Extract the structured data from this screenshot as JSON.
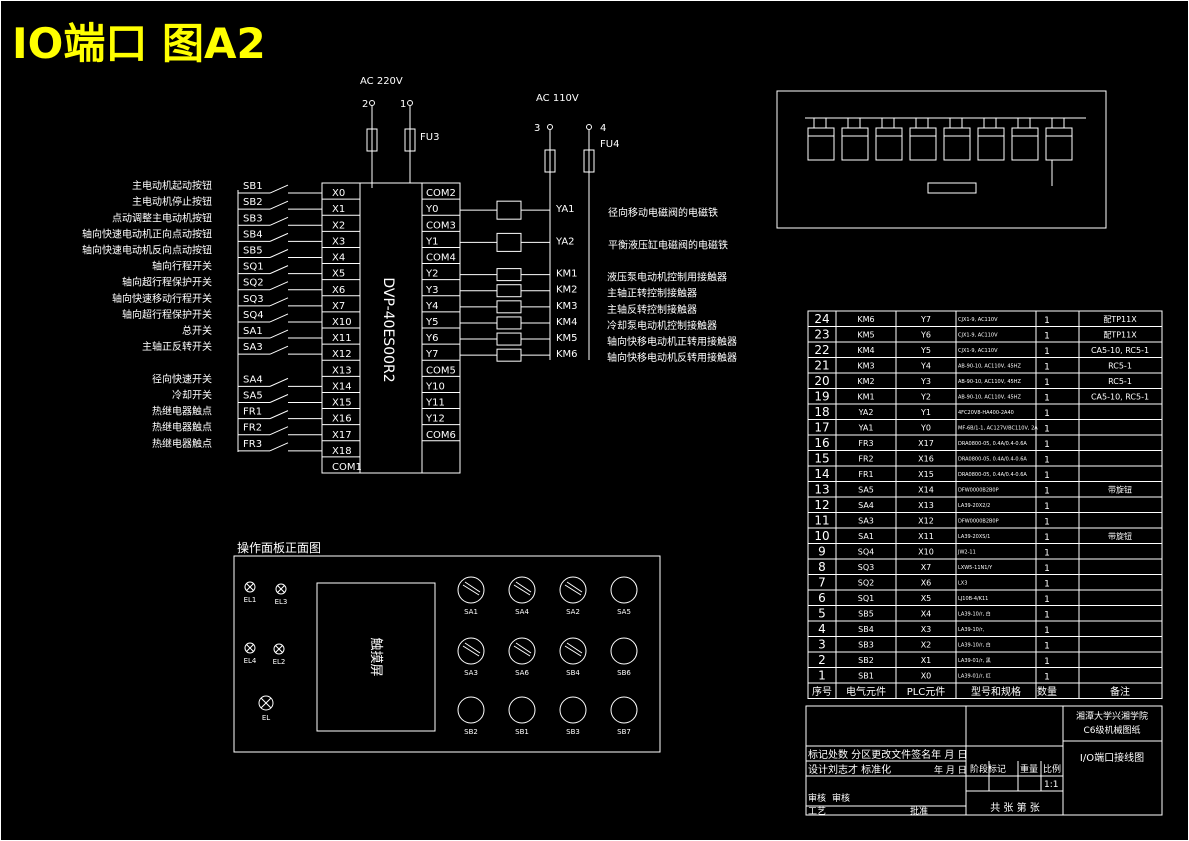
{
  "title": "IO端口 图A2",
  "colors": {
    "background": "#000000",
    "lines": "#ffffff",
    "title": "#ffff00"
  },
  "power": {
    "ac220": "AC 220V",
    "ac110": "AC 110V",
    "term2": "2",
    "term1": "1",
    "term3": "3",
    "term4": "4",
    "fu3": "FU3",
    "fu4": "FU4"
  },
  "plc": {
    "model": "DVP-40ES00R2",
    "inputs": [
      "X0",
      "X1",
      "X2",
      "X3",
      "X4",
      "X5",
      "X6",
      "X7",
      "X10",
      "X11",
      "X12",
      "X13",
      "X14",
      "X15",
      "X16",
      "X17",
      "X18",
      "COM1"
    ],
    "outputs": [
      "COM2",
      "Y0",
      "COM3",
      "Y1",
      "COM4",
      "Y2",
      "Y3",
      "Y4",
      "Y5",
      "Y6",
      "Y7",
      "COM5",
      "Y10",
      "Y11",
      "Y12",
      "COM6"
    ]
  },
  "input_devices": [
    {
      "tag": "SB1",
      "desc": "主电动机起动按钮"
    },
    {
      "tag": "SB2",
      "desc": "主电动机停止按钮"
    },
    {
      "tag": "SB3",
      "desc": "点动调整主电动机按钮"
    },
    {
      "tag": "SB4",
      "desc": "轴向快速电动机正向点动按钮"
    },
    {
      "tag": "SB5",
      "desc": "轴向快速电动机反向点动按钮"
    },
    {
      "tag": "SQ1",
      "desc": "轴向行程开关"
    },
    {
      "tag": "SQ2",
      "desc": "轴向超行程保护开关"
    },
    {
      "tag": "SQ3",
      "desc": "轴向快速移动行程开关"
    },
    {
      "tag": "SQ4",
      "desc": "轴向超行程保护开关"
    },
    {
      "tag": "SA1",
      "desc": "总开关"
    },
    {
      "tag": "SA3",
      "desc": "主轴正反转开关"
    },
    {
      "tag": "SA4",
      "desc": "径向快速开关"
    },
    {
      "tag": "SA5",
      "desc": "冷却开关"
    },
    {
      "tag": "FR1",
      "desc": "热继电器触点"
    },
    {
      "tag": "FR2",
      "desc": "热继电器触点"
    },
    {
      "tag": "FR3",
      "desc": "热继电器触点"
    }
  ],
  "output_devices": [
    {
      "tag": "YA1",
      "desc": "径向移动电磁阀的电磁铁"
    },
    {
      "tag": "YA2",
      "desc": "平衡液压缸电磁阀的电磁铁"
    },
    {
      "tag": "KM1",
      "desc": "液压泵电动机控制用接触器"
    },
    {
      "tag": "KM2",
      "desc": "主轴正转控制接触器"
    },
    {
      "tag": "KM3",
      "desc": "主轴反转控制接触器"
    },
    {
      "tag": "KM4",
      "desc": "冷却泵电动机控制接触器"
    },
    {
      "tag": "KM5",
      "desc": "轴向快移电动机正转用接触器"
    },
    {
      "tag": "KM6",
      "desc": "轴向快移电动机反转用接触器"
    }
  ],
  "panel": {
    "title": "操作面板正面图",
    "screen": "触摸屏",
    "lamps": [
      "EL1",
      "EL3",
      "EL4",
      "EL2",
      "EL"
    ],
    "knobs": [
      "SA1",
      "SA4",
      "SA2",
      "SA5",
      "SA3",
      "SA6",
      "SB4",
      "SB6",
      "SB2",
      "SB1",
      "SB3",
      "SB7"
    ]
  },
  "bom": {
    "rows": [
      {
        "no": "24",
        "elec": "KM6",
        "plc": "Y7",
        "model": "CJX1-9, AC110V",
        "qty": "1",
        "note": "配TP11X"
      },
      {
        "no": "23",
        "elec": "KM5",
        "plc": "Y6",
        "model": "CJX1-9, AC110V",
        "qty": "1",
        "note": "配TP11X"
      },
      {
        "no": "22",
        "elec": "KM4",
        "plc": "Y5",
        "model": "CJX1-9, AC110V",
        "qty": "1",
        "note": "CA5-10, RC5-1"
      },
      {
        "no": "21",
        "elec": "KM3",
        "plc": "Y4",
        "model": "AB-90-10, AC110V, 45HZ",
        "qty": "1",
        "note": "RC5-1"
      },
      {
        "no": "20",
        "elec": "KM2",
        "plc": "Y3",
        "model": "AB-90-10, AC110V, 45HZ",
        "qty": "1",
        "note": "RC5-1"
      },
      {
        "no": "19",
        "elec": "KM1",
        "plc": "Y2",
        "model": "AB-90-10, AC110V, 45HZ",
        "qty": "1",
        "note": "CA5-10, RC5-1"
      },
      {
        "no": "18",
        "elec": "YA2",
        "plc": "Y1",
        "model": "4FC20V8-HA400-2A40",
        "qty": "1",
        "note": ""
      },
      {
        "no": "17",
        "elec": "YA1",
        "plc": "Y0",
        "model": "MF-6B/1-1, AC127V/BC110V, 2A",
        "qty": "1",
        "note": ""
      },
      {
        "no": "16",
        "elec": "FR3",
        "plc": "X17",
        "model": "DRA0800-05, 0.4A/0.4-0.6A",
        "qty": "1",
        "note": ""
      },
      {
        "no": "15",
        "elec": "FR2",
        "plc": "X16",
        "model": "DRA0800-05, 0.4A/0.4-0.6A",
        "qty": "1",
        "note": ""
      },
      {
        "no": "14",
        "elec": "FR1",
        "plc": "X15",
        "model": "DRA0800-05, 0.4A/0.4-0.6A",
        "qty": "1",
        "note": ""
      },
      {
        "no": "13",
        "elec": "SA5",
        "plc": "X14",
        "model": "DFW0000B2B0P",
        "qty": "1",
        "note": "带旋钮"
      },
      {
        "no": "12",
        "elec": "SA4",
        "plc": "X13",
        "model": "LA39-20X2/2",
        "qty": "1",
        "note": ""
      },
      {
        "no": "11",
        "elec": "SA3",
        "plc": "X12",
        "model": "DFW0000B2B0P",
        "qty": "1",
        "note": ""
      },
      {
        "no": "10",
        "elec": "SA1",
        "plc": "X11",
        "model": "LA39-20XS/1",
        "qty": "1",
        "note": "带旋钮"
      },
      {
        "no": "9",
        "elec": "SQ4",
        "plc": "X10",
        "model": "JW2-11",
        "qty": "1",
        "note": ""
      },
      {
        "no": "8",
        "elec": "SQ3",
        "plc": "X7",
        "model": "LXW5-11N1/Y",
        "qty": "1",
        "note": ""
      },
      {
        "no": "7",
        "elec": "SQ2",
        "plc": "X6",
        "model": "LX3",
        "qty": "1",
        "note": ""
      },
      {
        "no": "6",
        "elec": "SQ1",
        "plc": "X5",
        "model": "LJ10B-4/K11",
        "qty": "1",
        "note": ""
      },
      {
        "no": "5",
        "elec": "SB5",
        "plc": "X4",
        "model": "LA39-10/r, 白",
        "qty": "1",
        "note": ""
      },
      {
        "no": "4",
        "elec": "SB4",
        "plc": "X3",
        "model": "LA39-10/r,",
        "qty": "1",
        "note": ""
      },
      {
        "no": "3",
        "elec": "SB3",
        "plc": "X2",
        "model": "LA39-10/r, 白",
        "qty": "1",
        "note": ""
      },
      {
        "no": "2",
        "elec": "SB2",
        "plc": "X1",
        "model": "LA39-01/r, 黑",
        "qty": "1",
        "note": ""
      },
      {
        "no": "1",
        "elec": "SB1",
        "plc": "X0",
        "model": "LA39-01/r, 红",
        "qty": "1",
        "note": ""
      }
    ],
    "header": {
      "no": "序号",
      "elec": "电气元件",
      "plc": "PLC元件",
      "model": "型号和规格",
      "qty": "数量",
      "note": "备注"
    }
  },
  "titleblock": {
    "school": "湘潭大学兴湘学院",
    "subject": "C6级机械图纸",
    "drawing": "I/O端口接线图",
    "rev_row": "标记处数  分区更改文件签名年 月 日",
    "design_row": "设计刘志才  标准化",
    "year_month": "年 月 日",
    "stage": "阶段标记",
    "weight": "重量",
    "scale_lbl": "比例",
    "scale": "1:1",
    "review": "审核",
    "audit": "审核",
    "process": "工艺",
    "approve": "批准",
    "sheets": "共 张 第 张"
  }
}
